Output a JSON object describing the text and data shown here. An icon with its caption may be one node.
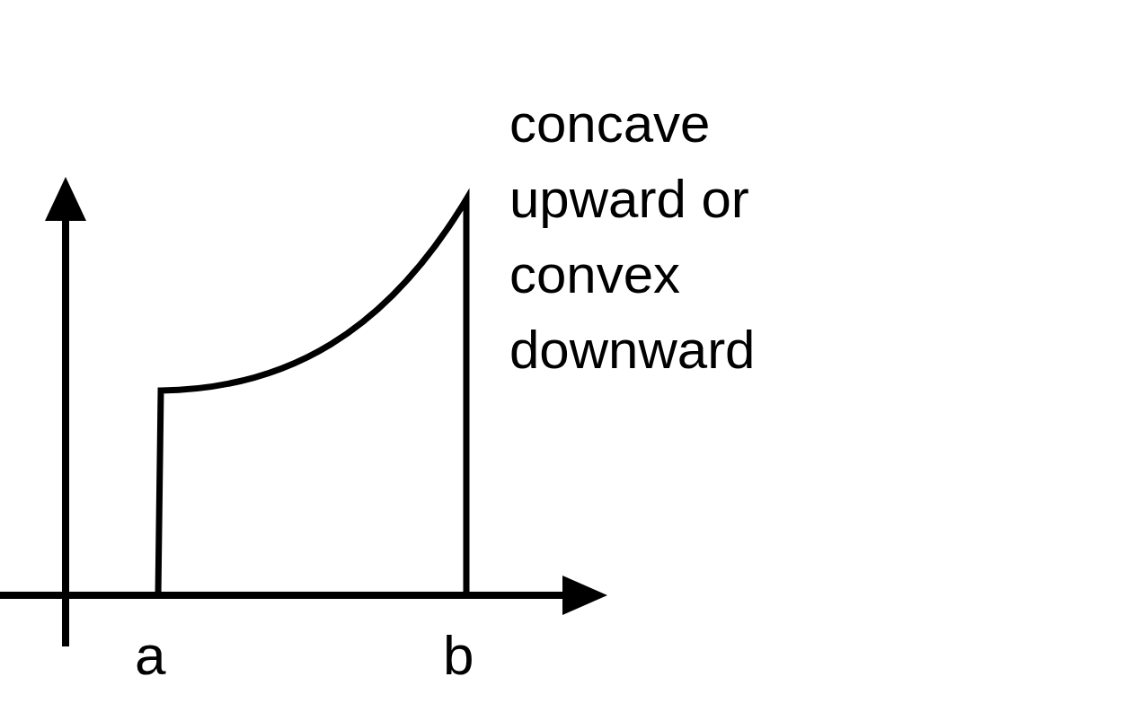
{
  "diagram": {
    "labels": [
      "concave upward or convex downward",
      "a",
      "b"
    ]
  }
}
